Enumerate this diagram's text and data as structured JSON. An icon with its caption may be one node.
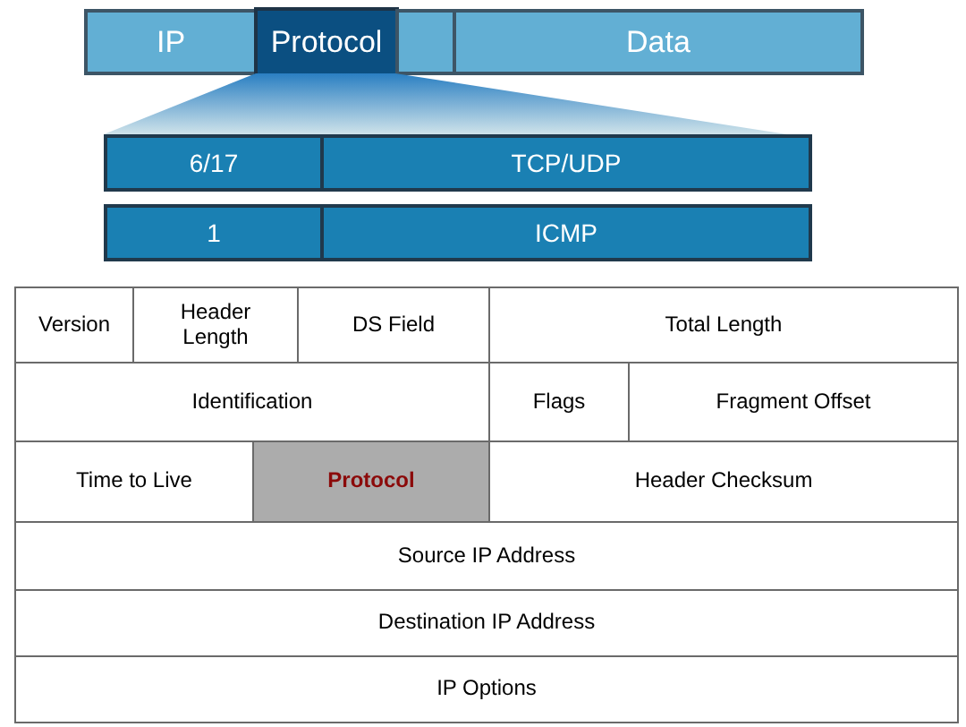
{
  "diagram": {
    "nodes": [
      {
        "text": [
          "IP"
        ]
      },
      {
        "text": [
          "Protocol"
        ]
      },
      {
        "text": [],
        "shape": "box"
      },
      {
        "text": [
          "Data"
        ]
      },
      {
        "text": [],
        "shape": "trapezoid"
      },
      {
        "text": [
          "6/17"
        ]
      },
      {
        "text": [
          "TCP/UDP"
        ]
      },
      {
        "text": [
          "1"
        ]
      },
      {
        "text": [
          "ICMP"
        ]
      },
      {
        "text": [
          "Version"
        ]
      },
      {
        "text": [
          "Header Length"
        ]
      },
      {
        "text": [
          "DS Field"
        ]
      },
      {
        "text": [
          "Total Length"
        ]
      },
      {
        "text": [
          "Identification"
        ]
      },
      {
        "text": [
          "Flags"
        ]
      },
      {
        "text": [
          "Fragment Offset"
        ]
      },
      {
        "text": [
          "Time to Live"
        ]
      },
      {
        "text": [
          "Protocol"
        ]
      },
      {
        "text": [
          "Header Checksum"
        ]
      },
      {
        "text": [
          "Source IP Address"
        ]
      },
      {
        "text": [
          "Destination IP Address"
        ]
      },
      {
        "text": [
          "IP Options"
        ]
      }
    ]
  }
}
